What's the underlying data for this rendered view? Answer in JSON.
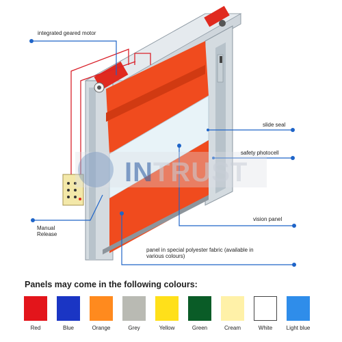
{
  "callouts": {
    "motor": "integrated geared motor",
    "slide_seal": "slide seal",
    "photocell": "safety photocell",
    "manual_release": "Manual Release",
    "vision_panel": "vision panel",
    "fabric": "panel in special polyester fabric (available in various colours)"
  },
  "watermark": {
    "prefix": "IN",
    "rest": "TRUST"
  },
  "palette": {
    "heading": "Panels may come in the following colours:",
    "swatches": [
      {
        "name": "Red",
        "color": "#e3151b"
      },
      {
        "name": "Blue",
        "color": "#1a35c4"
      },
      {
        "name": "Orange",
        "color": "#ff8a1e"
      },
      {
        "name": "Grey",
        "color": "#b9bab3"
      },
      {
        "name": "Yellow",
        "color": "#ffe01a"
      },
      {
        "name": "Green",
        "color": "#0a5c27"
      },
      {
        "name": "Cream",
        "color": "#fff1a8"
      },
      {
        "name": "White",
        "color": "#ffffff"
      },
      {
        "name": "Light blue",
        "color": "#2f8dea"
      }
    ]
  },
  "colors": {
    "panel_orange": "#f04b1e",
    "frame_grey": "#cfd8de",
    "leader_blue": "#1e64c8",
    "wiring_red": "#d9212a"
  }
}
